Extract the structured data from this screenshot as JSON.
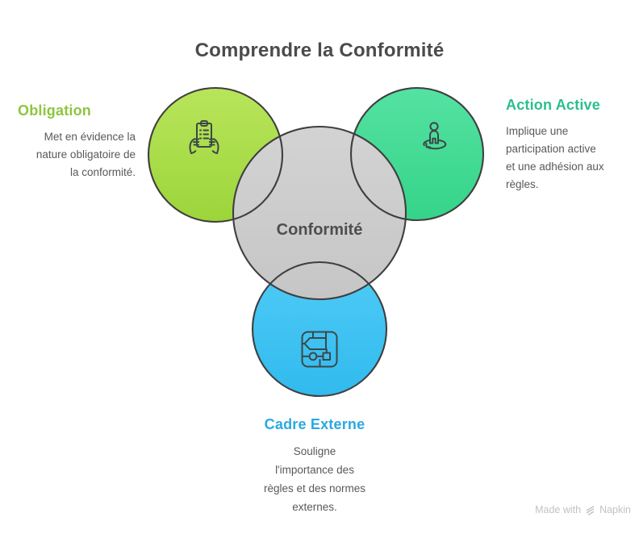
{
  "title": "Comprendre la Conformité",
  "center": {
    "label": "Conformité",
    "circle_color": "#cbcbcb"
  },
  "outline_color": "#3f3f3f",
  "sections": {
    "obligation": {
      "heading": "Obligation",
      "body": "Met en évidence la\nnature obligatoire de\nla conformité.",
      "accent_color": "#8dc63f",
      "circle_color": "#a9dc48",
      "icon": "clipboard-hands-icon"
    },
    "action_active": {
      "heading": "Action Active",
      "body": "Implique une\nparticipation active\net une adhésion aux\nrègles.",
      "accent_color": "#2bbf8b",
      "circle_color": "#44dc93",
      "icon": "person-rotation-icon"
    },
    "cadre_externe": {
      "heading": "Cadre Externe",
      "body": "Souligne\nl'importance des\nrègles et des normes\nexternes.",
      "accent_color": "#2aa9e0",
      "circle_color": "#3fc2f2",
      "icon": "chip-plan-icon"
    }
  },
  "footer": {
    "prefix": "Made with",
    "brand": "Napkin",
    "logo": "napkin-logo-icon"
  }
}
